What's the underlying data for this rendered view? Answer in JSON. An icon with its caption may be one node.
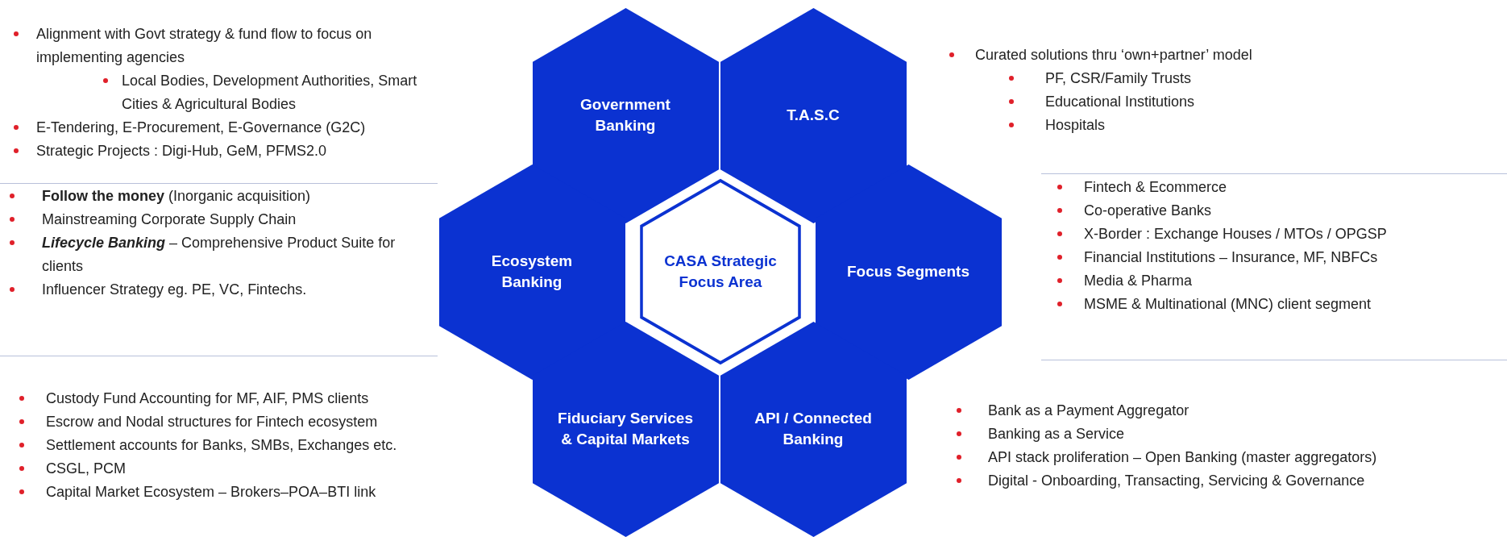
{
  "diagram": {
    "nodes": [
      {
        "text": [
          "Government Banking"
        ]
      },
      {
        "text": [
          "T.A.S.C"
        ]
      },
      {
        "text": [
          "Ecosystem Banking"
        ]
      },
      {
        "text": [
          "CASA Strategic Focus Area"
        ]
      },
      {
        "text": [
          "Focus Segments"
        ]
      },
      {
        "text": [
          "Fiduciary Services & Capital Markets"
        ]
      },
      {
        "text": [
          "API / Connected Banking"
        ]
      }
    ],
    "labels": [
      "Alignment with Govt strategy & fund flow to focus on implementing agencies",
      "Local Bodies, Development Authorities, Smart Cities & Agricultural Bodies",
      "E-Tendering, E-Procurement, E-Governance (G2C)",
      "Strategic Projects : Digi-Hub, GeM, PFMS2.0",
      "Curated solutions thru ‘own+partner’ model",
      "PF, CSR/Family Trusts",
      "Educational Institutions",
      "Hospitals",
      "**Follow the money** (Inorganic acquisition)",
      "Mainstreaming Corporate Supply Chain",
      "*Lifecycle Banking* – Comprehensive Product Suite for clients",
      "Influencer Strategy eg. PE, VC, Fintechs.",
      "Fintech & Ecommerce",
      "Co-operative Banks",
      "X-Border : Exchange Houses / MTOs / OPGSP",
      "Financial Institutions – Insurance, MF, NBFCs",
      "Media & Pharma",
      "MSME & Multinational (MNC) client segment",
      "Custody Fund Accounting for MF, AIF, PMS clients",
      "Escrow and Nodal structures for Fintech ecosystem",
      "Settlement accounts for Banks, SMBs, Exchanges etc.",
      "CSGL, PCM",
      "Capital Market Ecosystem – Brokers–POA–BTI link",
      "Bank as a Payment Aggregator",
      "Banking as a Service",
      "API stack proliferation – Open Banking (master aggregators)",
      "Digital - Onboarding, Transacting, Servicing & Governance"
    ]
  }
}
